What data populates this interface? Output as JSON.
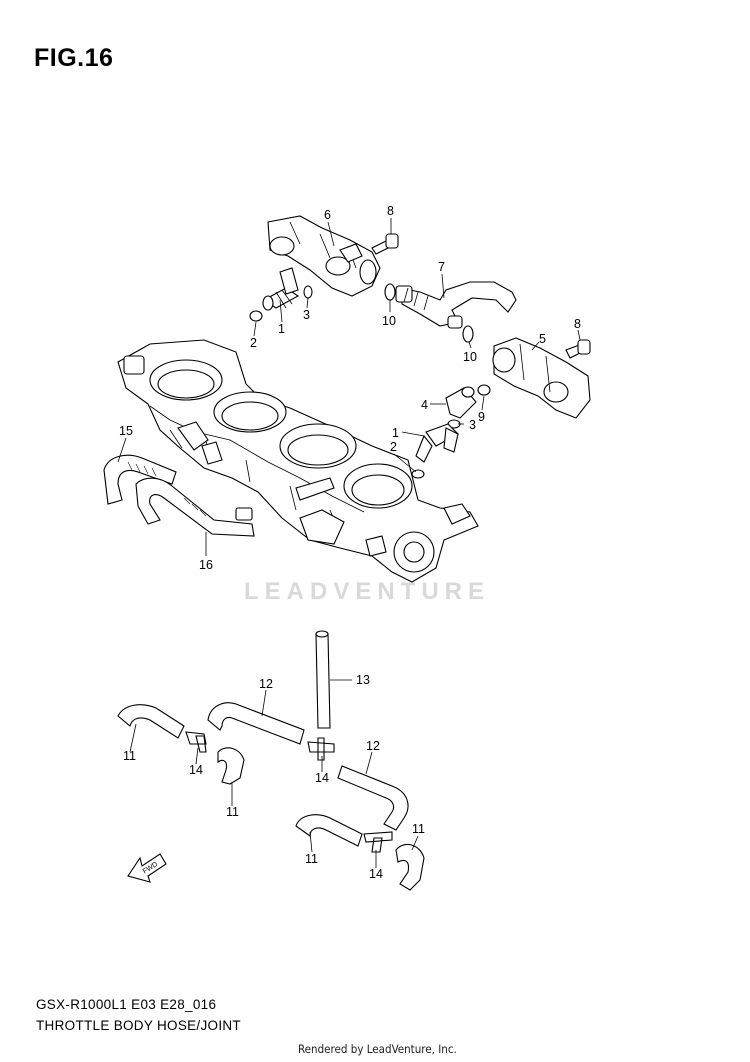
{
  "figure": {
    "title": "FIG.16",
    "model_code": "GSX-R1000L1 E03 E28_016",
    "subtitle": "THROTTLE BODY HOSE/JOINT",
    "credit": "Rendered by LeadVenture, Inc.",
    "watermark": "LEADVENTURE",
    "fwd_label": "FWD"
  },
  "callouts": [
    {
      "label": "1",
      "part": "injector-upper"
    },
    {
      "label": "2",
      "part": "seal-upper"
    },
    {
      "label": "3",
      "part": "o-ring-upper"
    },
    {
      "label": "6",
      "part": "fuel-delivery-pipe-upper"
    },
    {
      "label": "8",
      "part": "bolt-upper"
    },
    {
      "label": "7",
      "part": "fuel-pipe"
    },
    {
      "label": "10",
      "part": "o-ring-left"
    },
    {
      "label": "10",
      "part": "o-ring-right"
    },
    {
      "label": "5",
      "part": "fuel-delivery-pipe-lower"
    },
    {
      "label": "8",
      "part": "bolt-lower"
    },
    {
      "label": "4",
      "part": "joint"
    },
    {
      "label": "9",
      "part": "o-ring-joint"
    },
    {
      "label": "3",
      "part": "o-ring-lower"
    },
    {
      "label": "1",
      "part": "injector-lower"
    },
    {
      "label": "2",
      "part": "seal-lower"
    },
    {
      "label": "15",
      "part": "hose-15"
    },
    {
      "label": "16",
      "part": "hose-16"
    },
    {
      "label": "13",
      "part": "hose-13"
    },
    {
      "label": "12",
      "part": "hose-12-left"
    },
    {
      "label": "12",
      "part": "hose-12-right"
    },
    {
      "label": "11",
      "part": "hose-11-a"
    },
    {
      "label": "14",
      "part": "joint-14-a"
    },
    {
      "label": "11",
      "part": "hose-11-b"
    },
    {
      "label": "14",
      "part": "joint-14-b"
    },
    {
      "label": "11",
      "part": "hose-11-c"
    },
    {
      "label": "14",
      "part": "joint-14-c"
    },
    {
      "label": "11",
      "part": "hose-11-d"
    }
  ]
}
